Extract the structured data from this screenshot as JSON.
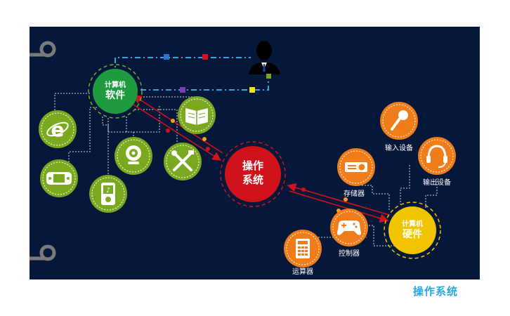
{
  "caption": "操作系统",
  "hubs": {
    "software": {
      "line1": "计算机",
      "line2": "软件",
      "color": "#1e9b3e"
    },
    "os": {
      "line1": "操作",
      "line2": "系统",
      "color": "#d0121b"
    },
    "hardware": {
      "line1": "计算机",
      "line2": "硬件",
      "color": "#f2c400"
    }
  },
  "software_nodes": [
    {
      "icon": "internet-explorer-icon"
    },
    {
      "icon": "game-console-icon"
    },
    {
      "icon": "mp3-player-icon"
    },
    {
      "icon": "webcam-icon"
    },
    {
      "icon": "book-icon"
    },
    {
      "icon": "tools-icon"
    }
  ],
  "hardware_nodes": {
    "input": {
      "label": "输入设备",
      "icon": "microphone-icon"
    },
    "output": {
      "label": "输出设备",
      "icon": "headset-icon"
    },
    "storage": {
      "label": "存储器",
      "icon": "projector-icon"
    },
    "controller": {
      "label": "控制器",
      "icon": "gamepad-icon"
    },
    "alu": {
      "label": "运算器",
      "icon": "calculator-icon"
    }
  },
  "colors": {
    "background": "#06183a",
    "software_green": "#7aa91f",
    "hardware_orange": "#f07c1a",
    "link_red": "#d0121b",
    "accent_blue": "#27a8df"
  }
}
